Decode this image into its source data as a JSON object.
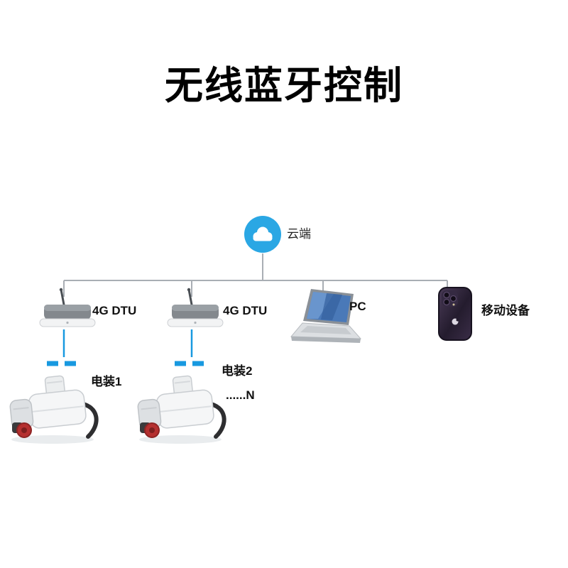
{
  "title": "无线蓝牙控制",
  "cloud": {
    "label": "云端"
  },
  "devices": {
    "dtu1": {
      "label": "4G DTU"
    },
    "dtu2": {
      "label": "4G DTU"
    },
    "pc": {
      "label": "PC"
    },
    "mobile": {
      "label": "移动设备"
    }
  },
  "actuators": {
    "a1": {
      "label": "电装1"
    },
    "a2": {
      "label": "电装2",
      "more": "......N"
    }
  },
  "colors": {
    "cloud": "#2aa7e4",
    "connector": "#a9aeb4",
    "bluetooth": "#1899e0"
  }
}
